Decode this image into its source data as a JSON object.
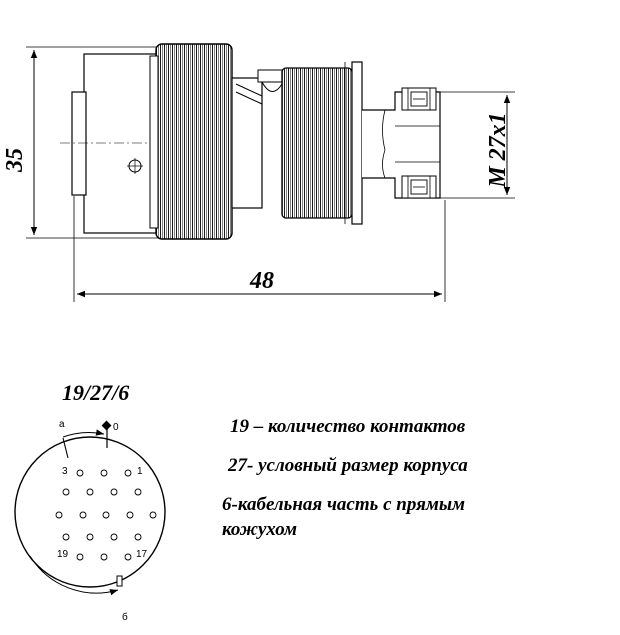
{
  "dimensions": {
    "height": "35",
    "length": "48",
    "thread": "M 27x1"
  },
  "designation": "19/27/6",
  "pinout": {
    "labels": {
      "a": "а",
      "zero": "0",
      "b": "б"
    },
    "pin_numbers": {
      "p3": "3",
      "p1": "1",
      "p19": "19",
      "p17": "17"
    }
  },
  "legend": {
    "line1": "19 – количество контактов",
    "line2": "27- условный размер корпуса",
    "line3_a": "6-кабельная часть с прямым",
    "line3_b": "кожухом"
  },
  "colors": {
    "ink": "#000000"
  }
}
